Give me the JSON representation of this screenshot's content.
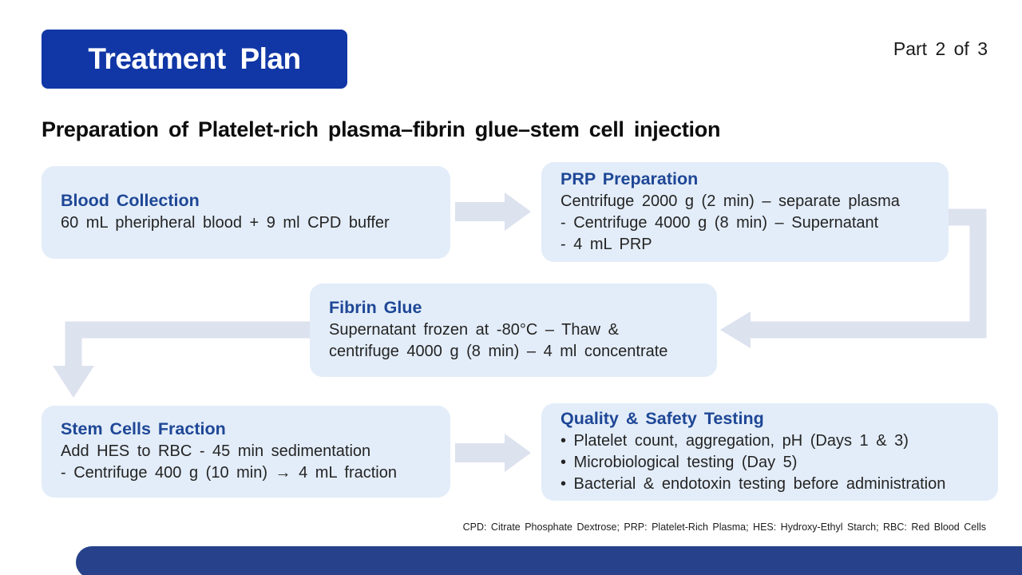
{
  "slide": {
    "title": "Treatment Plan",
    "part_label": "Part 2 of 3",
    "heading": "Preparation of Platelet-rich plasma–fibrin glue–stem cell injection",
    "footnote": "CPD: Citrate Phosphate Dextrose; PRP: Platelet-Rich Plasma; HES: Hydroxy-Ethyl Starch; RBC: Red Blood Cells"
  },
  "boxes": {
    "blood": {
      "title": "Blood Collection",
      "lines": [
        "60 mL pheripheral blood + 9 ml CPD buffer"
      ]
    },
    "prp": {
      "title": "PRP Preparation",
      "lines": [
        "Centrifuge 2000 g (2 min) – separate plasma",
        "- Centrifuge 4000 g (8 min) – Supernatant",
        "- 4 mL PRP"
      ]
    },
    "fibrin": {
      "title": "Fibrin Glue",
      "lines": [
        "Supernatant frozen at -80°C – Thaw &",
        "centrifuge 4000 g (8 min) – 4 ml concentrate"
      ]
    },
    "stem": {
      "title": "Stem Cells Fraction",
      "lines": [
        "Add HES to RBC - 45 min sedimentation",
        "- Centrifuge 400 g (10 min) → 4 mL fraction"
      ]
    },
    "quality": {
      "title": "Quality & Safety Testing",
      "lines": [
        "• Platelet count, aggregation, pH (Days 1 & 3)",
        "• Microbiological testing (Day 5)",
        "• Bacterial & endotoxin testing before administration"
      ]
    }
  },
  "flow": {
    "arrow_1": "blood-to-prp",
    "arrow_2": "prp-to-fibrin",
    "arrow_3": "fibrin-to-stem",
    "arrow_4": "stem-to-quality"
  },
  "colors": {
    "banner": "#1137a6",
    "footer": "#27418a",
    "box_bg": "#e3edf9",
    "box_heading": "#1e4796",
    "body_text": "#242424",
    "arrow": "#dce2ee"
  }
}
